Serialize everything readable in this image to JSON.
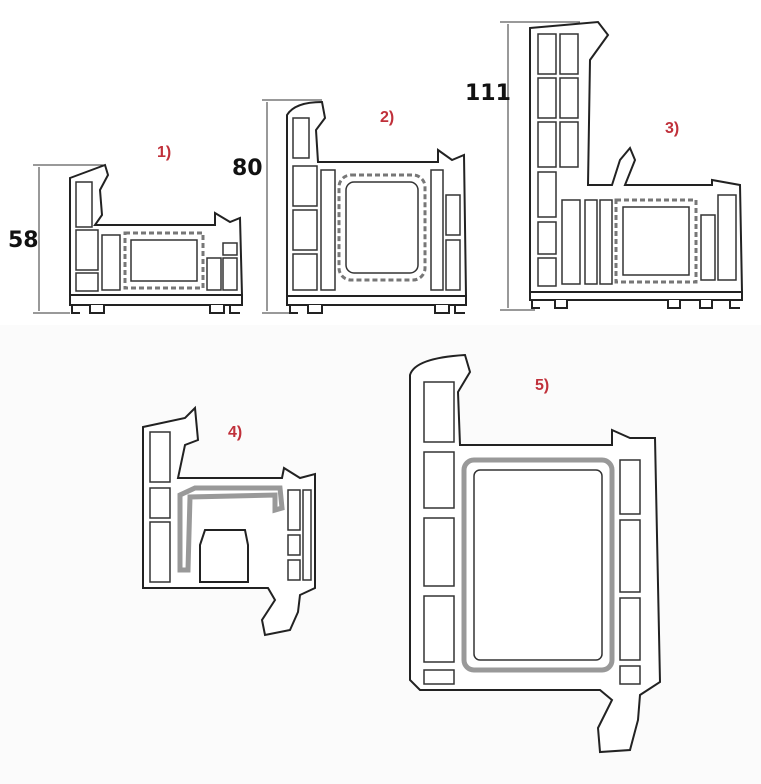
{
  "profiles": [
    {
      "label": "1)",
      "dimension": "58"
    },
    {
      "label": "2)",
      "dimension": "80"
    },
    {
      "label": "3)",
      "dimension": "111"
    },
    {
      "label": "4)"
    },
    {
      "label": "5)"
    }
  ],
  "colors": {
    "label": "#c0303a",
    "line": "#222222"
  }
}
